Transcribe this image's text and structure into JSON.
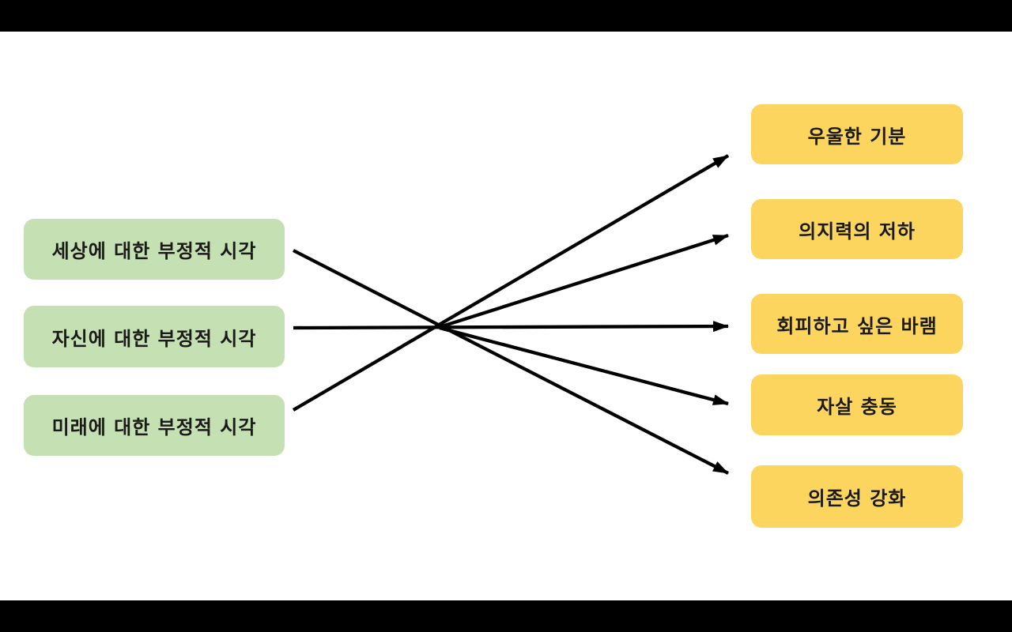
{
  "slide": {
    "background": "#ffffff",
    "letterbox_color": "#000000"
  },
  "diagram": {
    "source_boxes": [
      {
        "label": "세상에 대한 부정적 시각",
        "fill": "#c5e0b3"
      },
      {
        "label": "자신에 대한 부정적 시각",
        "fill": "#c5e0b3"
      },
      {
        "label": "미래에 대한 부정적 시각",
        "fill": "#c5e0b3"
      }
    ],
    "effect_boxes": [
      {
        "label": "우울한 기분",
        "fill": "#fcd55f"
      },
      {
        "label": "의지력의 저하",
        "fill": "#fcd55f"
      },
      {
        "label": "회피하고 싶은 바램",
        "fill": "#fcd55f"
      },
      {
        "label": "자살 충동",
        "fill": "#fcd55f"
      },
      {
        "label": "의존성 강화",
        "fill": "#fcd55f"
      }
    ],
    "arrow_color": "#000000",
    "connections": [
      {
        "from": "source-1 (세상에 대한 부정적 시각)",
        "to": "effect-5 (의존성 강화)"
      },
      {
        "from": "source-2 (자신에 대한 부정적 시각)",
        "to": "effect-3 (회피하고 싶은 바램)"
      },
      {
        "from": "source-3 (미래에 대한 부정적 시각)",
        "to": "effect-1 (우울한 기분)"
      },
      {
        "from": "crossing-point",
        "to": "effect-2 (의지력의 저하)"
      },
      {
        "from": "crossing-point",
        "to": "effect-4 (자살 충동)"
      }
    ]
  }
}
